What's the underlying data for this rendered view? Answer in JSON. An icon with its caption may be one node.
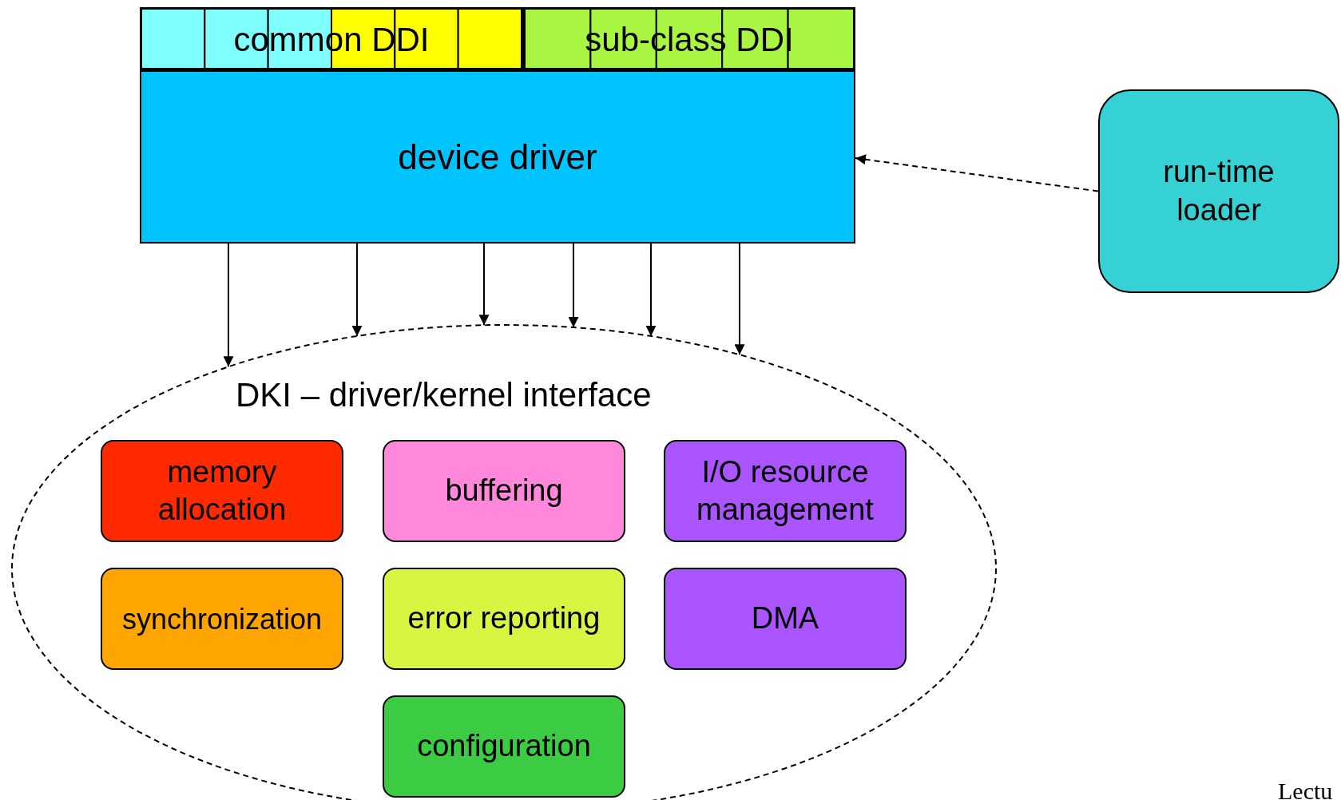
{
  "diagram": {
    "nodes": [
      {
        "text": [
          "common DDI"
        ]
      },
      {
        "text": [
          "sub-class DDI"
        ]
      },
      {
        "text": [
          "device driver"
        ]
      },
      {
        "text": [
          "run-time loader"
        ]
      },
      {
        "text": [
          "DKI – driver/kernel interface"
        ]
      },
      {
        "text": [
          "memory allocation"
        ],
        "in": 4
      },
      {
        "text": [
          "buffering"
        ],
        "in": 4
      },
      {
        "text": [
          "I/O resource management"
        ],
        "in": 4
      },
      {
        "text": [
          "synchronization"
        ],
        "in": 4
      },
      {
        "text": [
          "error reporting"
        ],
        "in": 4
      },
      {
        "text": [
          "DMA"
        ],
        "in": 4
      },
      {
        "text": [
          "configuration"
        ],
        "in": 4
      }
    ],
    "edges": [
      {
        "from": 3,
        "to": 2,
        "arrow": "to",
        "style": "dashed"
      },
      {
        "from": 2,
        "to": 4,
        "arrow": "to"
      },
      {
        "from": 2,
        "to": 4,
        "arrow": "to"
      },
      {
        "from": 2,
        "to": 4,
        "arrow": "to"
      },
      {
        "from": 2,
        "to": 4,
        "arrow": "to"
      },
      {
        "from": 2,
        "to": 4,
        "arrow": "to"
      },
      {
        "from": 2,
        "to": 4,
        "arrow": "to"
      }
    ],
    "labels": [
      "Lectu"
    ]
  }
}
